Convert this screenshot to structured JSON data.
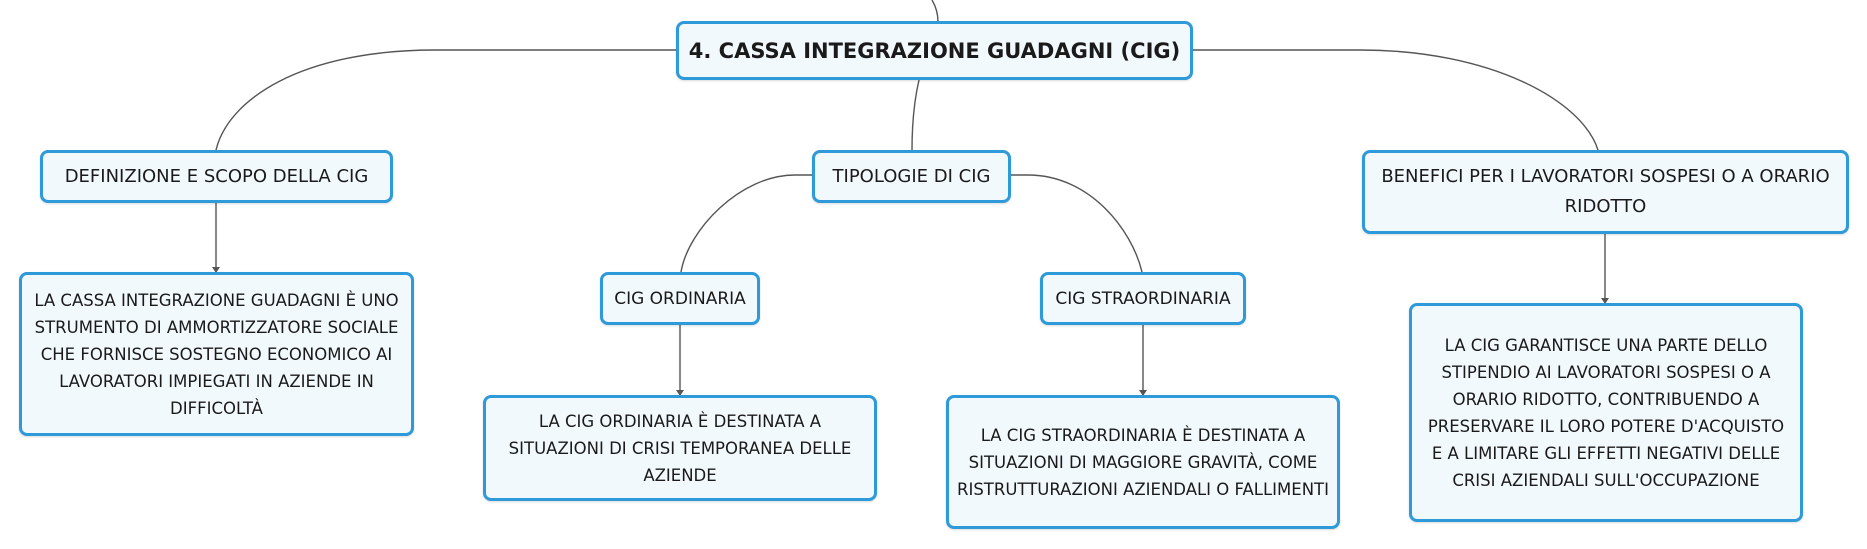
{
  "diagram": {
    "root": "4. CASSA INTEGRAZIONE GUADAGNI (CIG)",
    "definizione": {
      "title": "DEFINIZIONE E SCOPO DELLA CIG",
      "text": "LA CASSA INTEGRAZIONE GUADAGNI È UNO STRUMENTO DI AMMORTIZZATORE SOCIALE CHE FORNISCE SOSTEGNO ECONOMICO AI LAVORATORI IMPIEGATI IN AZIENDE IN DIFFICOLTÀ"
    },
    "tipologie": {
      "title": "TIPOLOGIE DI CIG",
      "ordinaria": {
        "title": "CIG ORDINARIA",
        "text": "LA CIG ORDINARIA È DESTINATA A SITUAZIONI DI CRISI TEMPORANEA DELLE AZIENDE"
      },
      "straordinaria": {
        "title": "CIG STRAORDINARIA",
        "text": "LA CIG STRAORDINARIA È DESTINATA A SITUAZIONI DI MAGGIORE GRAVITÀ, COME RISTRUTTURAZIONI AZIENDALI O FALLIMENTI"
      }
    },
    "benefici": {
      "title": "BENEFICI PER I LAVORATORI SOSPESI O A ORARIO RIDOTTO",
      "text": "LA CIG GARANTISCE UNA PARTE DELLO STIPENDIO AI LAVORATORI SOSPESI O A ORARIO RIDOTTO, CONTRIBUENDO A PRESERVARE IL LORO POTERE D'ACQUISTO E A LIMITARE GLI EFFETTI NEGATIVI DELLE CRISI AZIENDALI SULL'OCCUPAZIONE"
    }
  }
}
